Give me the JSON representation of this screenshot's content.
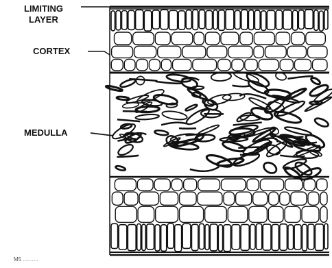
{
  "diagram": {
    "labels": [
      {
        "id": "limiting",
        "lines": [
          "LIMITING",
          "LAYER"
        ]
      },
      {
        "id": "cortex",
        "lines": [
          "CORTEX"
        ]
      },
      {
        "id": "medulla",
        "lines": [
          "MEDULLA"
        ]
      }
    ],
    "caption": "M5 ..........",
    "colors": {
      "ink": "#111111",
      "paper": "#ffffff"
    }
  }
}
